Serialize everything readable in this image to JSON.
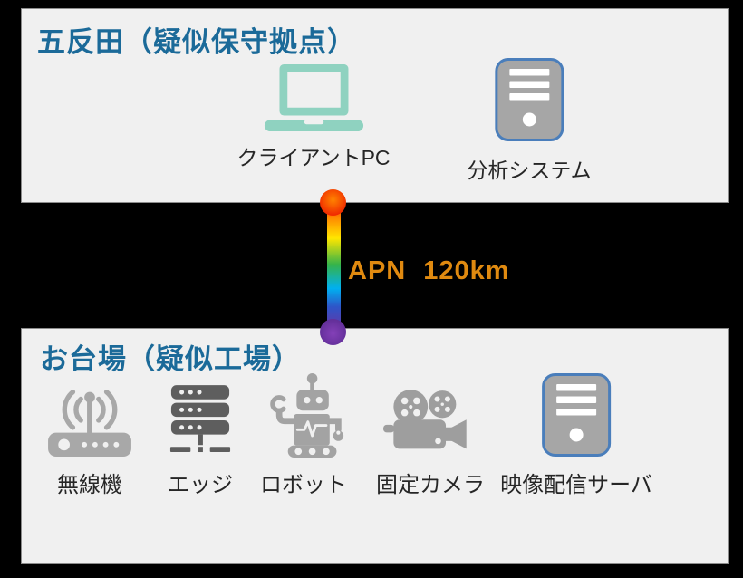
{
  "top_panel": {
    "title": "五反田（疑似保守拠点）",
    "items": [
      {
        "label": "クライアントPC",
        "icon": "laptop-icon"
      },
      {
        "label": "分析システム",
        "icon": "server-tower-icon"
      }
    ]
  },
  "connector": {
    "label": "APN 120km"
  },
  "bottom_panel": {
    "title": "お台場（疑似工場）",
    "items": [
      {
        "label": "無線機",
        "icon": "wireless-router-icon"
      },
      {
        "label": "エッジ",
        "icon": "edge-server-icon"
      },
      {
        "label": "ロボット",
        "icon": "robot-icon"
      },
      {
        "label": "固定カメラ",
        "icon": "movie-camera-icon"
      },
      {
        "label": "映像配信サーバ",
        "icon": "server-tower-icon"
      }
    ]
  },
  "colors": {
    "background": "#000000",
    "panel_fill": "#f0f0f0",
    "title_blue": "#1b6a99",
    "label_text": "#262626",
    "apn_orange": "#e08a10",
    "laptop_teal": "#8fd2c0",
    "tower_gray": "#a6a6a6",
    "tower_border_blue": "#4a7ebb",
    "icon_gray": "#a3a3a3",
    "edge_gray": "#5e5e5e",
    "gradient_line": [
      "#ff2b00",
      "#ff8c00",
      "#ffe600",
      "#35b34a",
      "#00b0f0",
      "#2e55c8",
      "#7030a0"
    ]
  }
}
